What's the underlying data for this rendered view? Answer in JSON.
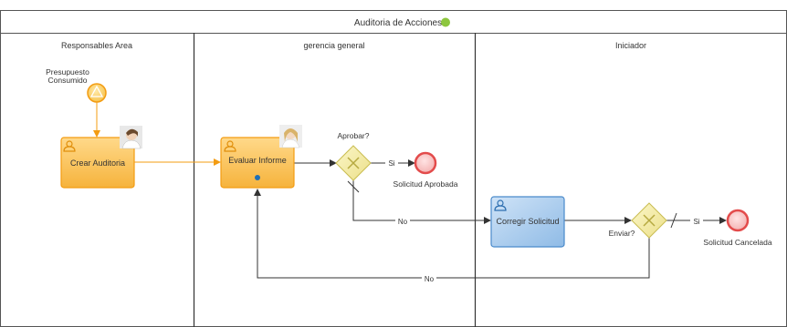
{
  "pool": {
    "title": "Auditoria de Acciones",
    "status_color": "#8dc63f"
  },
  "lanes": [
    {
      "name": "Responsables Area"
    },
    {
      "name": "gerencia general"
    },
    {
      "name": "Iniciador"
    }
  ],
  "events": {
    "start": {
      "label_line1": "Presupuesto",
      "label_line2": "Consumido",
      "color": "#f5b942"
    },
    "end_aprobada": {
      "label": "Solicitud Aprobada",
      "color": "#e34b4b"
    },
    "end_cancelada": {
      "label": "Solicitud Cancelada",
      "color": "#e34b4b"
    }
  },
  "tasks": {
    "crear": {
      "label": "Crear Auditoria",
      "fill": "#fbc75a"
    },
    "evaluar": {
      "label": "Evaluar Informe",
      "fill": "#fbc75a"
    },
    "corregir": {
      "label": "Corregir Solicitud",
      "fill": "#9fc7ec"
    }
  },
  "gateways": {
    "aprobar": {
      "label": "Aprobar?"
    },
    "enviar": {
      "label": "Enviar?"
    }
  },
  "flow_labels": {
    "si_aprobar": "Si",
    "no_aprobar": "No",
    "si_enviar": "Si",
    "no_enviar": "No"
  },
  "icons": {
    "start_event": "triangle-signal-icon",
    "user_task": "user-icon",
    "gateway": "x-exclusive-icon",
    "avatar_crear": "person-photo",
    "avatar_evaluar": "person-photo"
  }
}
